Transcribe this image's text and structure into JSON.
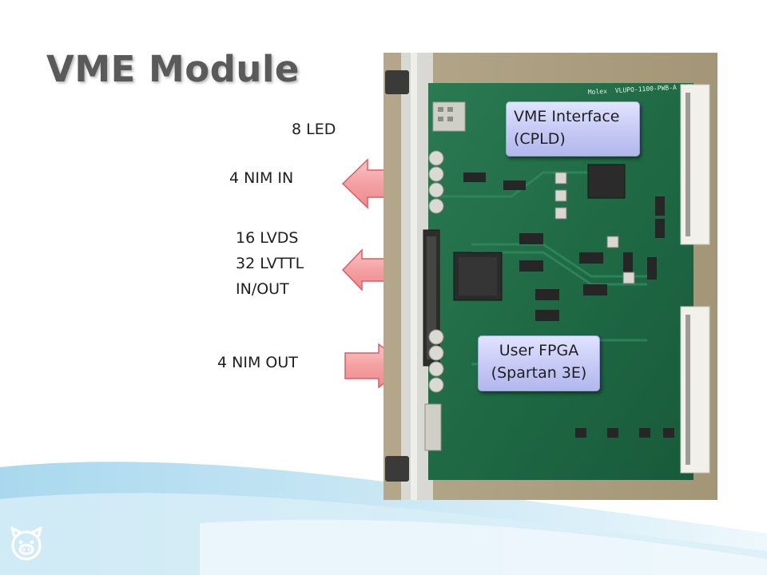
{
  "slide": {
    "title": "VME Module",
    "labels": {
      "led": "8 LED",
      "nim_in": "4 NIM IN",
      "lvds_line1": "16 LVDS",
      "lvds_line2": "32 LVTTL",
      "lvds_line3": "IN/OUT",
      "nim_out": "4 NIM OUT"
    },
    "callouts": {
      "vme_interface_line1": "VME Interface",
      "vme_interface_line2": "(CPLD)",
      "user_fpga_line1": "User FPGA",
      "user_fpga_line2": "(Spartan 3E)"
    },
    "board_print": {
      "maker": "Molex",
      "part": "VLUPO-1100-PWB-A S/N"
    }
  },
  "colors": {
    "title": "#5a5a5a",
    "arrow_fill": "#f4a0a2",
    "arrow_stroke": "#e25a62",
    "callout_fill": "#c5c9f4",
    "pcb_green": "#1f6a45",
    "wave_blue": "#bfe3f2"
  },
  "icons": {
    "corner": "pig-face-icon",
    "arrows": [
      "arrow-left-icon",
      "double-arrow-icon",
      "arrow-right-icon"
    ]
  }
}
